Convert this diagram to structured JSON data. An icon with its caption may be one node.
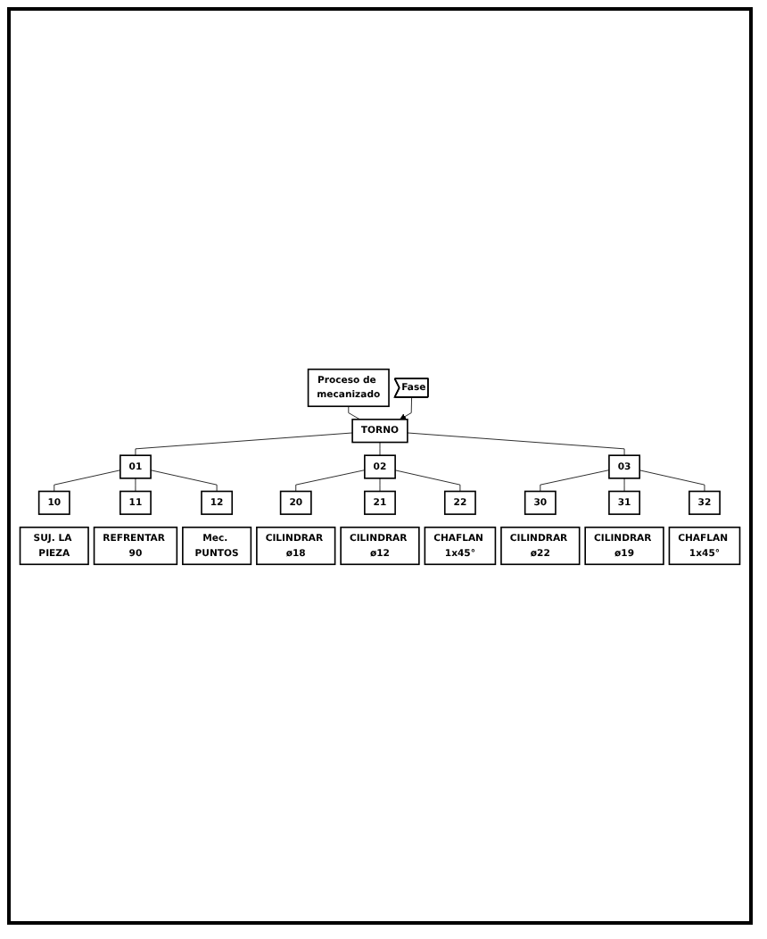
{
  "diagram": {
    "nodes": [
      {
        "text": [
          "Proceso de mecanizado"
        ]
      },
      {
        "text": [
          "Fase"
        ]
      },
      {
        "text": [
          "TORNO"
        ]
      },
      {
        "text": [
          "01"
        ]
      },
      {
        "text": [
          "02"
        ]
      },
      {
        "text": [
          "03"
        ]
      },
      {
        "text": [
          "10"
        ]
      },
      {
        "text": [
          "11"
        ]
      },
      {
        "text": [
          "12"
        ]
      },
      {
        "text": [
          "20"
        ]
      },
      {
        "text": [
          "21"
        ]
      },
      {
        "text": [
          "22"
        ]
      },
      {
        "text": [
          "30"
        ]
      },
      {
        "text": [
          "31"
        ]
      },
      {
        "text": [
          "32"
        ]
      },
      {
        "text": [
          "SUJ. LA PIEZA"
        ]
      },
      {
        "text": [
          "REFRENTAR 90"
        ]
      },
      {
        "text": [
          "Mec. PUNTOS"
        ]
      },
      {
        "text": [
          "CILINDRAR ø18"
        ]
      },
      {
        "text": [
          "CILINDRAR ø12"
        ]
      },
      {
        "text": [
          "CHAFLAN 1x45°"
        ]
      },
      {
        "text": [
          "CILINDRAR ø22"
        ]
      },
      {
        "text": [
          "CILINDRAR ø19"
        ]
      },
      {
        "text": [
          "CHAFLAN 1x45°"
        ]
      }
    ],
    "edges": [
      {
        "from": 0,
        "to": 2,
        "arrow": "none"
      },
      {
        "from": 1,
        "to": 2,
        "arrow": "to"
      },
      {
        "from": 2,
        "to": 3,
        "arrow": "none"
      },
      {
        "from": 2,
        "to": 4,
        "arrow": "none"
      },
      {
        "from": 2,
        "to": 5,
        "arrow": "none"
      },
      {
        "from": 3,
        "to": 6,
        "arrow": "none"
      },
      {
        "from": 3,
        "to": 7,
        "arrow": "none"
      },
      {
        "from": 3,
        "to": 8,
        "arrow": "none"
      },
      {
        "from": 4,
        "to": 9,
        "arrow": "none"
      },
      {
        "from": 4,
        "to": 10,
        "arrow": "none"
      },
      {
        "from": 4,
        "to": 11,
        "arrow": "none"
      },
      {
        "from": 5,
        "to": 12,
        "arrow": "none"
      },
      {
        "from": 5,
        "to": 13,
        "arrow": "none"
      },
      {
        "from": 5,
        "to": 14,
        "arrow": "none"
      }
    ]
  }
}
